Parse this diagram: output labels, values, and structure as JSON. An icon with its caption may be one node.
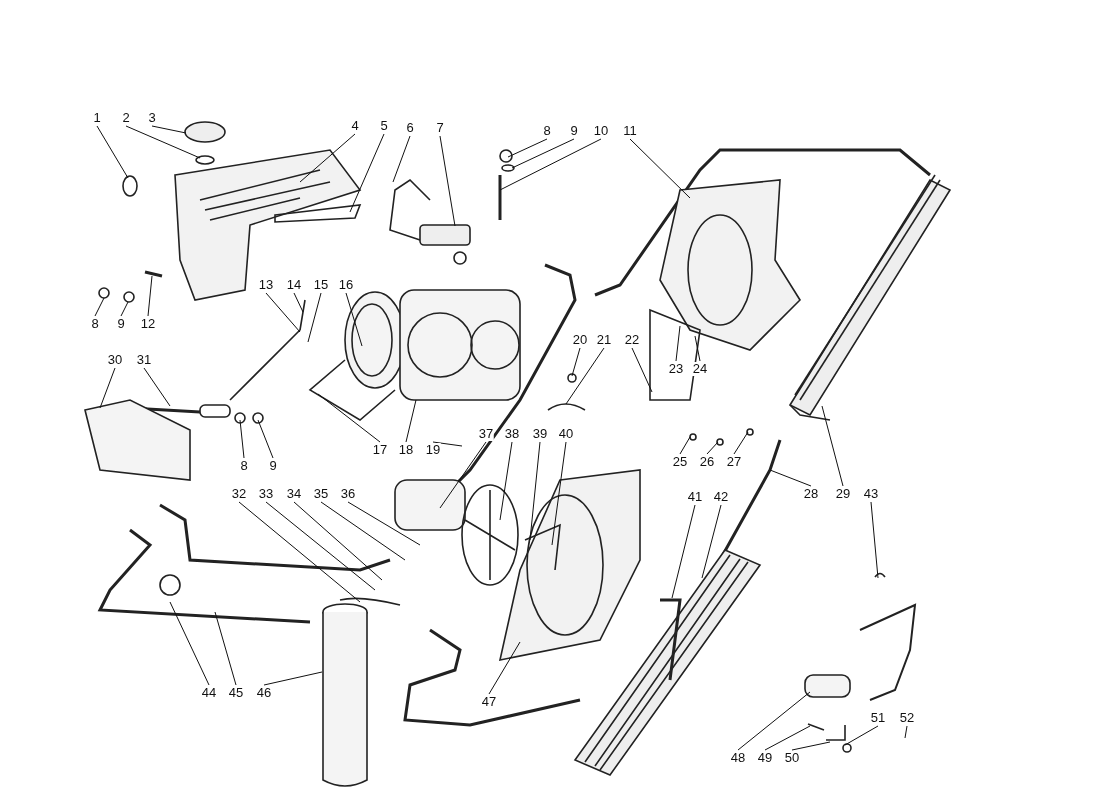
{
  "diagram": {
    "nodes": [
      {
        "text": [
          "1"
        ]
      },
      {
        "text": [
          "2"
        ]
      },
      {
        "text": [
          "3"
        ]
      },
      {
        "text": [
          "4"
        ]
      },
      {
        "text": [
          "5"
        ]
      },
      {
        "text": [
          "6"
        ]
      },
      {
        "text": [
          "7"
        ]
      },
      {
        "text": [
          "8"
        ]
      },
      {
        "text": [
          "9"
        ]
      },
      {
        "text": [
          "10"
        ]
      },
      {
        "text": [
          "11"
        ]
      },
      {
        "text": [
          "8"
        ]
      },
      {
        "text": [
          "9"
        ]
      },
      {
        "text": [
          "12"
        ]
      },
      {
        "text": [
          "13"
        ]
      },
      {
        "text": [
          "14"
        ]
      },
      {
        "text": [
          "15"
        ]
      },
      {
        "text": [
          "16"
        ]
      },
      {
        "text": [
          "30"
        ]
      },
      {
        "text": [
          "31"
        ]
      },
      {
        "text": [
          "20"
        ]
      },
      {
        "text": [
          "21"
        ]
      },
      {
        "text": [
          "22"
        ]
      },
      {
        "text": [
          "23"
        ]
      },
      {
        "text": [
          "24"
        ]
      },
      {
        "text": [
          "8"
        ]
      },
      {
        "text": [
          "9"
        ]
      },
      {
        "text": [
          "17"
        ]
      },
      {
        "text": [
          "18"
        ]
      },
      {
        "text": [
          "19"
        ]
      },
      {
        "text": [
          "25"
        ]
      },
      {
        "text": [
          "26"
        ]
      },
      {
        "text": [
          "27"
        ]
      },
      {
        "text": [
          "28"
        ]
      },
      {
        "text": [
          "29"
        ]
      },
      {
        "text": [
          "43"
        ]
      },
      {
        "text": [
          "37"
        ]
      },
      {
        "text": [
          "38"
        ]
      },
      {
        "text": [
          "39"
        ]
      },
      {
        "text": [
          "40"
        ]
      },
      {
        "text": [
          "41"
        ]
      },
      {
        "text": [
          "42"
        ]
      },
      {
        "text": [
          "32"
        ]
      },
      {
        "text": [
          "33"
        ]
      },
      {
        "text": [
          "34"
        ]
      },
      {
        "text": [
          "35"
        ]
      },
      {
        "text": [
          "36"
        ]
      },
      {
        "text": [
          "44"
        ]
      },
      {
        "text": [
          "45"
        ]
      },
      {
        "text": [
          "46"
        ]
      },
      {
        "text": [
          "47"
        ]
      },
      {
        "text": [
          "48"
        ]
      },
      {
        "text": [
          "49"
        ]
      },
      {
        "text": [
          "50"
        ]
      },
      {
        "text": [
          "51"
        ]
      },
      {
        "text": [
          "52"
        ]
      }
    ],
    "edges": [
      {
        "from": 0,
        "to": null,
        "arrow": "none"
      },
      {
        "from": 1,
        "to": null,
        "arrow": "none"
      },
      {
        "from": 2,
        "to": null,
        "arrow": "none"
      },
      {
        "from": 3,
        "to": null,
        "arrow": "none"
      },
      {
        "from": 4,
        "to": null,
        "arrow": "none"
      },
      {
        "from": 5,
        "to": null,
        "arrow": "none"
      },
      {
        "from": 6,
        "to": null,
        "arrow": "none"
      },
      {
        "from": 7,
        "to": null,
        "arrow": "none"
      },
      {
        "from": 8,
        "to": null,
        "arrow": "none"
      },
      {
        "from": 9,
        "to": null,
        "arrow": "none"
      },
      {
        "from": 10,
        "to": null,
        "arrow": "none"
      },
      {
        "from": 11,
        "to": null,
        "arrow": "none"
      },
      {
        "from": 12,
        "to": null,
        "arrow": "none"
      },
      {
        "from": 13,
        "to": null,
        "arrow": "none"
      },
      {
        "from": 14,
        "to": null,
        "arrow": "none"
      },
      {
        "from": 15,
        "to": null,
        "arrow": "none"
      },
      {
        "from": 16,
        "to": null,
        "arrow": "none"
      },
      {
        "from": 17,
        "to": null,
        "arrow": "none"
      },
      {
        "from": 18,
        "to": null,
        "arrow": "none"
      },
      {
        "from": 19,
        "to": null,
        "arrow": "none"
      },
      {
        "from": 20,
        "to": null,
        "arrow": "none"
      },
      {
        "from": 21,
        "to": null,
        "arrow": "none"
      },
      {
        "from": 22,
        "to": null,
        "arrow": "none"
      },
      {
        "from": 23,
        "to": null,
        "arrow": "none"
      },
      {
        "from": 24,
        "to": null,
        "arrow": "none"
      },
      {
        "from": 25,
        "to": null,
        "arrow": "none"
      },
      {
        "from": 26,
        "to": null,
        "arrow": "none"
      },
      {
        "from": 27,
        "to": null,
        "arrow": "none"
      },
      {
        "from": 28,
        "to": null,
        "arrow": "none"
      },
      {
        "from": 29,
        "to": null,
        "arrow": "none"
      },
      {
        "from": 30,
        "to": null,
        "arrow": "none"
      },
      {
        "from": 31,
        "to": null,
        "arrow": "none"
      },
      {
        "from": 32,
        "to": null,
        "arrow": "none"
      },
      {
        "from": 33,
        "to": null,
        "arrow": "none"
      },
      {
        "from": 34,
        "to": null,
        "arrow": "none"
      },
      {
        "from": 35,
        "to": null,
        "arrow": "none"
      },
      {
        "from": 36,
        "to": null,
        "arrow": "none"
      },
      {
        "from": 37,
        "to": null,
        "arrow": "none"
      },
      {
        "from": 38,
        "to": null,
        "arrow": "none"
      },
      {
        "from": 39,
        "to": null,
        "arrow": "none"
      },
      {
        "from": 40,
        "to": null,
        "arrow": "none"
      },
      {
        "from": 41,
        "to": null,
        "arrow": "none"
      },
      {
        "from": 42,
        "to": null,
        "arrow": "none"
      },
      {
        "from": 43,
        "to": null,
        "arrow": "none"
      },
      {
        "from": 44,
        "to": null,
        "arrow": "none"
      },
      {
        "from": 45,
        "to": null,
        "arrow": "none"
      },
      {
        "from": 46,
        "to": null,
        "arrow": "none"
      },
      {
        "from": 47,
        "to": null,
        "arrow": "none"
      },
      {
        "from": 48,
        "to": null,
        "arrow": "none"
      },
      {
        "from": 49,
        "to": null,
        "arrow": "none"
      },
      {
        "from": 50,
        "to": null,
        "arrow": "none"
      },
      {
        "from": 51,
        "to": null,
        "arrow": "none"
      },
      {
        "from": 52,
        "to": null,
        "arrow": "none"
      },
      {
        "from": 53,
        "to": null,
        "arrow": "none"
      },
      {
        "from": 54,
        "to": null,
        "arrow": "none"
      },
      {
        "from": 55,
        "to": null,
        "arrow": "none"
      }
    ]
  }
}
